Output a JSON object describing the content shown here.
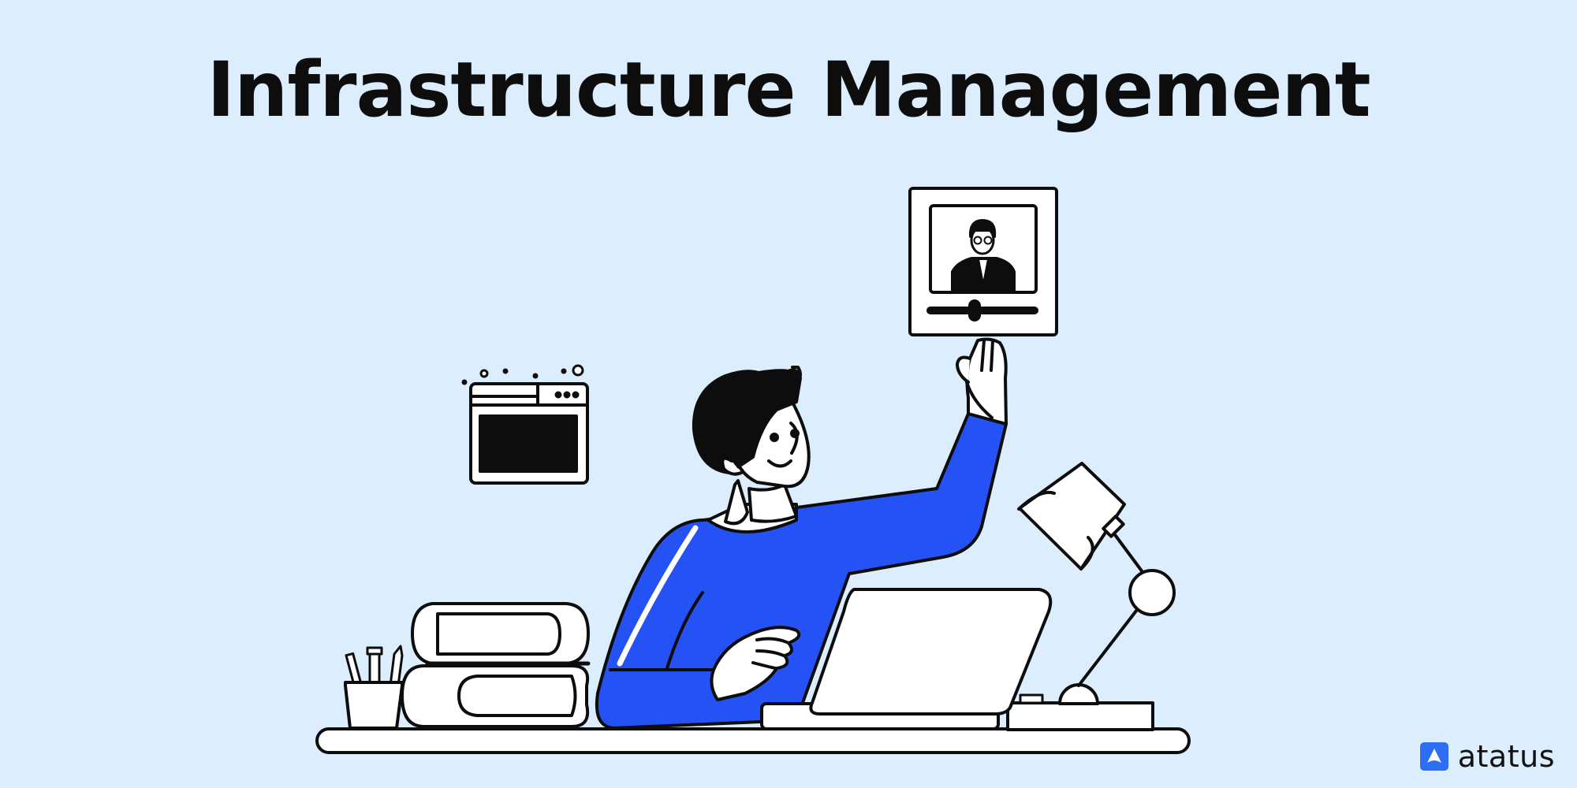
{
  "title": "Infrastructure Management",
  "brand": {
    "name": "atatus",
    "logo_icon": "atatus-logo-icon",
    "logo_color": "#2d6ef5"
  },
  "colors": {
    "background": "#dcedfd",
    "accent": "#2552f4",
    "outline": "#0d0d0d",
    "fill": "#ffffff"
  },
  "illustration": {
    "subject": "person-at-desk",
    "icons": [
      "video-call-frame-icon",
      "browser-window-icon",
      "desk-lamp-icon",
      "laptop-icon",
      "books-icon",
      "pen-holder-icon"
    ]
  }
}
